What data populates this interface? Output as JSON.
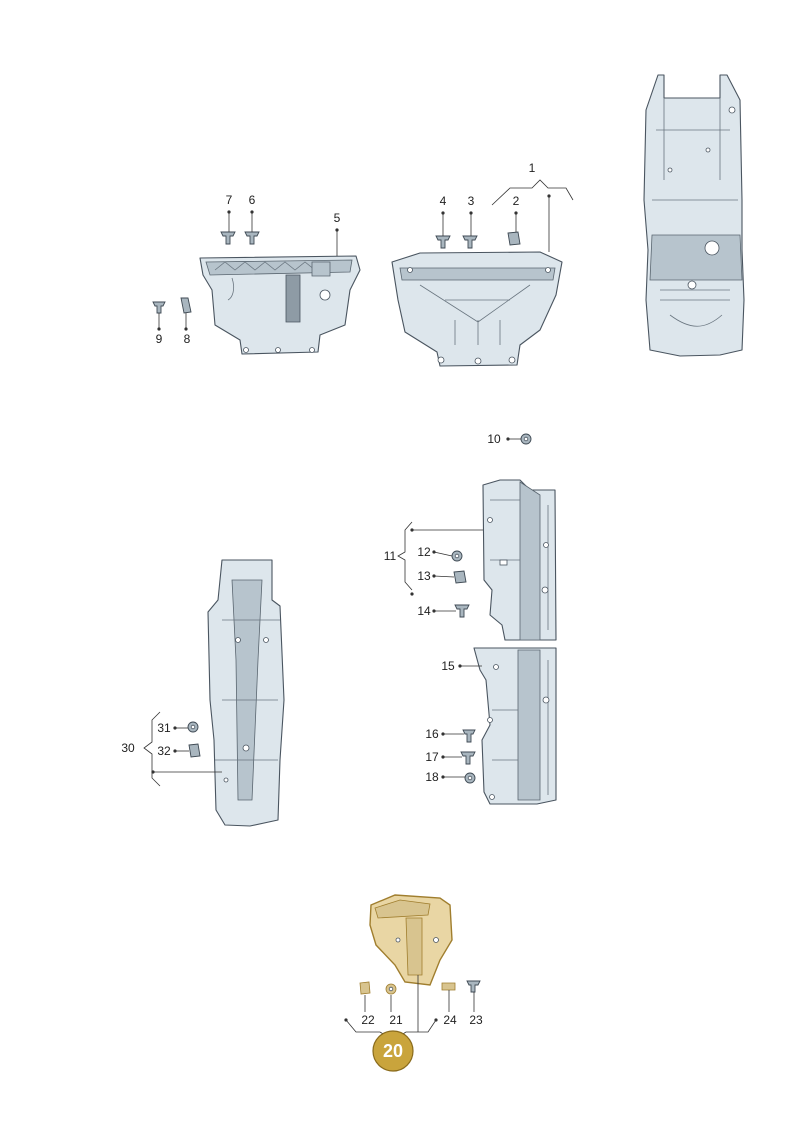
{
  "callouts": {
    "c1": "1",
    "c2": "2",
    "c3": "3",
    "c4": "4",
    "c5": "5",
    "c6": "6",
    "c7": "7",
    "c8": "8",
    "c9": "9",
    "c10": "10",
    "c11": "11",
    "c12": "12",
    "c13": "13",
    "c14": "14",
    "c15": "15",
    "c16": "16",
    "c17": "17",
    "c18": "18",
    "c21": "21",
    "c22": "22",
    "c23": "23",
    "c24": "24",
    "c30": "30",
    "c31": "31",
    "c32": "32"
  },
  "highlight": {
    "label": "20",
    "color": "#c9a43c"
  }
}
